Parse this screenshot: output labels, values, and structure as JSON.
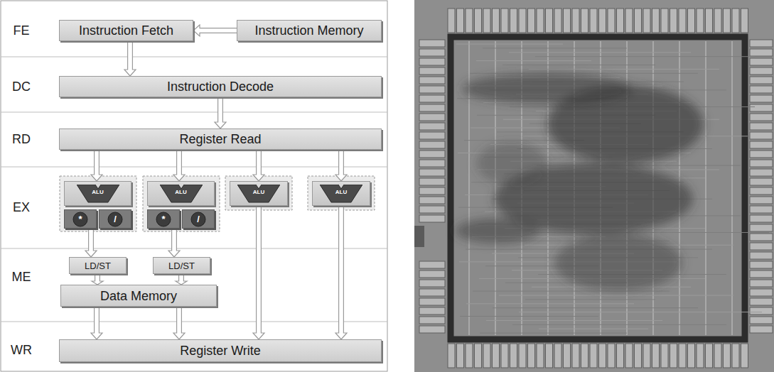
{
  "diagram": {
    "nodes": [
      {
        "text": [
          "Instruction Fetch"
        ]
      },
      {
        "text": [
          "Instruction Memory"
        ]
      },
      {
        "text": [
          "Instruction Decode"
        ]
      },
      {
        "text": [
          "Register Read"
        ]
      },
      {
        "text": [
          "ALU"
        ]
      },
      {
        "text": [
          "*"
        ]
      },
      {
        "text": [
          "/"
        ]
      },
      {
        "text": [
          "ALU"
        ]
      },
      {
        "text": [
          "*"
        ]
      },
      {
        "text": [
          "/"
        ]
      },
      {
        "text": [
          "ALU"
        ]
      },
      {
        "text": [
          "ALU"
        ]
      },
      {
        "text": [
          "LD/ST"
        ]
      },
      {
        "text": [
          "LD/ST"
        ]
      },
      {
        "text": [
          "Data Memory"
        ]
      },
      {
        "text": [
          "Register Write"
        ]
      }
    ],
    "edges": [
      {
        "from": 1,
        "to": 0,
        "arrow": "to"
      },
      {
        "from": 0,
        "to": 2,
        "arrow": "to"
      },
      {
        "from": 2,
        "to": 3,
        "arrow": "to"
      },
      {
        "from": 3,
        "to": 4,
        "arrow": "to"
      },
      {
        "from": 3,
        "to": 7,
        "arrow": "to"
      },
      {
        "from": 3,
        "to": 10,
        "arrow": "to"
      },
      {
        "from": 3,
        "to": 11,
        "arrow": "to"
      },
      {
        "from": 5,
        "to": 12,
        "arrow": "to"
      },
      {
        "from": 8,
        "to": 13,
        "arrow": "to"
      },
      {
        "from": 12,
        "to": 14,
        "arrow": "to"
      },
      {
        "from": 13,
        "to": 14,
        "arrow": "to"
      },
      {
        "from": 14,
        "to": 15,
        "arrow": "to"
      },
      {
        "from": 14,
        "to": 15,
        "arrow": "to"
      },
      {
        "from": 10,
        "to": 15,
        "arrow": "to"
      },
      {
        "from": 11,
        "to": 15,
        "arrow": "to"
      }
    ],
    "labels": [
      "FE",
      "DC",
      "RD",
      "EX",
      "ME",
      "WR"
    ]
  }
}
